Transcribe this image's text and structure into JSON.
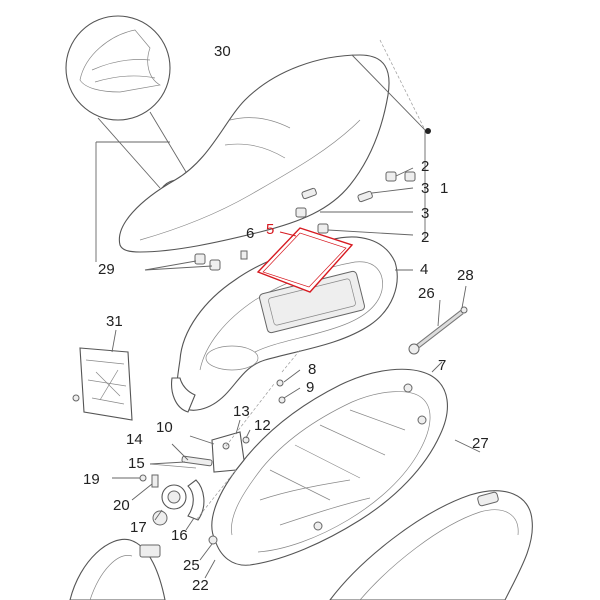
{
  "diagram": {
    "highlight_color": "#d71920",
    "callouts": [
      {
        "id": "30",
        "text": "30"
      },
      {
        "id": "2a",
        "text": "2"
      },
      {
        "id": "3a",
        "text": "3"
      },
      {
        "id": "1",
        "text": "1"
      },
      {
        "id": "3b",
        "text": "3"
      },
      {
        "id": "2b",
        "text": "2"
      },
      {
        "id": "5",
        "text": "5",
        "highlighted": true
      },
      {
        "id": "6",
        "text": "6"
      },
      {
        "id": "29",
        "text": "29"
      },
      {
        "id": "4",
        "text": "4"
      },
      {
        "id": "28",
        "text": "28"
      },
      {
        "id": "26",
        "text": "26"
      },
      {
        "id": "31",
        "text": "31"
      },
      {
        "id": "8",
        "text": "8"
      },
      {
        "id": "7",
        "text": "7"
      },
      {
        "id": "9",
        "text": "9"
      },
      {
        "id": "13",
        "text": "13"
      },
      {
        "id": "10",
        "text": "10"
      },
      {
        "id": "12",
        "text": "12"
      },
      {
        "id": "14",
        "text": "14"
      },
      {
        "id": "15",
        "text": "15"
      },
      {
        "id": "19",
        "text": "19"
      },
      {
        "id": "27",
        "text": "27"
      },
      {
        "id": "20",
        "text": "20"
      },
      {
        "id": "17",
        "text": "17"
      },
      {
        "id": "16",
        "text": "16"
      },
      {
        "id": "25",
        "text": "25"
      },
      {
        "id": "22",
        "text": "22"
      }
    ]
  }
}
